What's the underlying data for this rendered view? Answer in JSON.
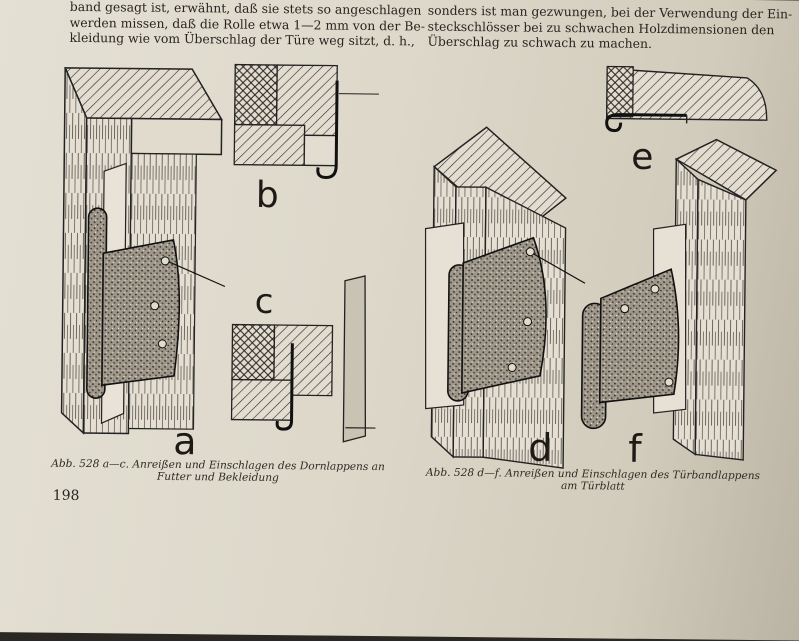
{
  "text_left": {
    "line1": "band gesagt ist, erwähnt, daß sie stets so angeschlagen",
    "line2": "werden missen, daß die Rolle etwa 1—2 mm von der Be-",
    "line3": "kleidung wie vom Überschlag der Türe weg sitzt, d. h.,"
  },
  "text_right": {
    "line1": "sonders ist man gezwungen, bei der Verwendung der Ein-",
    "line2": "steckschlösser bei zu schwachen Holzdimensionen den",
    "line3": "Überschlag zu schwach zu machen."
  },
  "figure_labels": {
    "a": "a",
    "b": "b",
    "c": "c",
    "d": "d",
    "e": "e",
    "f": "f"
  },
  "caption_left": {
    "line1": "Abb. 528 a—c. Anreißen und Einschlagen des Dornlappens an",
    "line2": "Futter und Bekleidung"
  },
  "caption_right": {
    "line1": "Abb. 528 d—f. Anreißen und Einschlagen des Türbandlappens",
    "line2": "am Türblatt"
  },
  "page_number": "198",
  "colors": {
    "paper": "#ddd8ca",
    "ink": "#27231f",
    "background": "#2b2722"
  }
}
